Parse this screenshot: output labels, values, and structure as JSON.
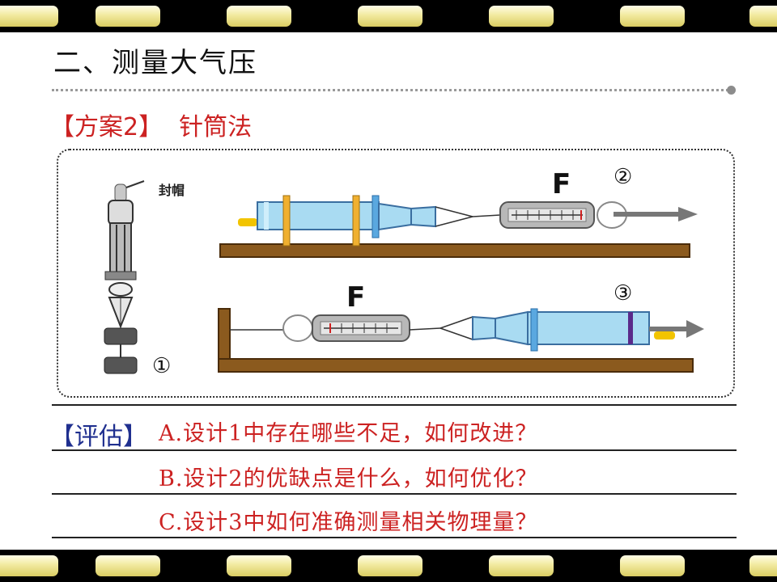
{
  "page": {
    "title": "二、测量大气压",
    "plan_label": "【方案2】",
    "plan_name": "针筒法"
  },
  "diagram": {
    "cap_label": "封帽",
    "marker_1": "①",
    "marker_2": "②",
    "marker_3": "③",
    "force_top": "F",
    "force_bottom": "F"
  },
  "evaluation": {
    "label": "【评估】",
    "questions": [
      "A.设计1中存在哪些不足，如何改进？",
      "B.设计2的优缺点是什么，如何优化？",
      "C.设计3中如何准确测量相关物理量？"
    ]
  },
  "colors": {
    "accent_red": "#cc2222",
    "eval_blue": "#1f2f8f",
    "film_hole": "#f2eaa0",
    "syringe_blue": "#a9dbf2",
    "board_brown": "#8b5a1e"
  }
}
